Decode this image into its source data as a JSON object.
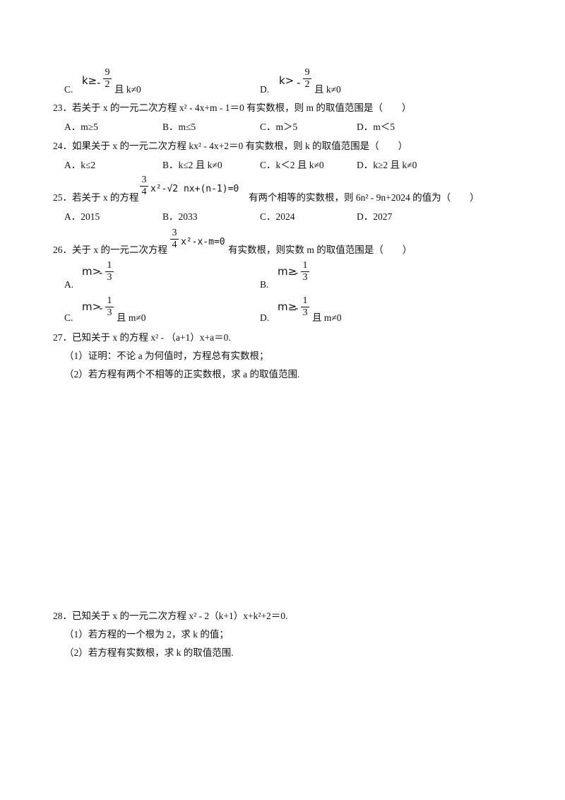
{
  "q22": {
    "c_label": "C.",
    "c_rel": "k≥",
    "c_num": "9",
    "c_den": "2",
    "c_tail": "且 k≠0",
    "d_label": "D.",
    "d_rel": "k>",
    "d_num": "9",
    "d_den": "2",
    "d_tail": "且 k≠0",
    "minus": "-"
  },
  "q23": {
    "stem": "23．若关于 x 的一元二次方程 x² - 4x+m - 1＝0 有实数根，则 m 的取值范围是（　　）",
    "a": "A．m≥5",
    "b": "B．m≤5",
    "c": "C．m＞5",
    "d": "D．m＜5"
  },
  "q24": {
    "stem": "24．如果关于 x 的一元二次方程 kx² - 4x+2＝0 有实数根，则 k 的取值范围是（　　）",
    "a": "A．k≤2",
    "b": "B．k≤2 且 k≠0",
    "c": "C．k＜2 且 k≠0",
    "d": "D．k≥2 且 k≠0"
  },
  "q25": {
    "stem_pre": "25．若关于 x 的方程",
    "eq_num": "3",
    "eq_den": "4",
    "eq_body": "x²-√2 nx+(n-1)=0",
    "stem_post": "有两个相等的实数根，则 6n² - 9n+2024 的值为（　　）",
    "a": "A．2015",
    "b": "B．2033",
    "c": "C．2024",
    "d": "D．2027"
  },
  "q26": {
    "stem_pre": "26．关于 x 的一元二次方程",
    "eq_num": "3",
    "eq_den": "4",
    "eq_body": "x²-x-m=0",
    "stem_post": "有实数根，则实数 m 的取值范围是（　　）",
    "a_label": "A.",
    "a_rel": "m>",
    "b_label": "B.",
    "b_rel": "m≥",
    "c_label": "C.",
    "c_rel": "m>",
    "c_tail": "且 m≠0",
    "d_label": "D.",
    "d_rel": "m≥",
    "d_tail": "且 m≠0",
    "num": "1",
    "den": "3",
    "minus": "-"
  },
  "q27": {
    "stem": "27．已知关于 x 的方程 x² - （a+1）x+a＝0.",
    "p1": "（1）证明：不论 a 为何值时，方程总有实数根；",
    "p2": "（2）若方程有两个不相等的正实数根，求 a 的取值范围."
  },
  "q28": {
    "stem": "28．已知关于 x 的一元二次方程 x² - 2（k+1）x+k²+2＝0.",
    "p1": "（1）若方程的一个根为 2，求 k 的值；",
    "p2": "（2）若方程有实数根，求 k 的取值范围."
  }
}
